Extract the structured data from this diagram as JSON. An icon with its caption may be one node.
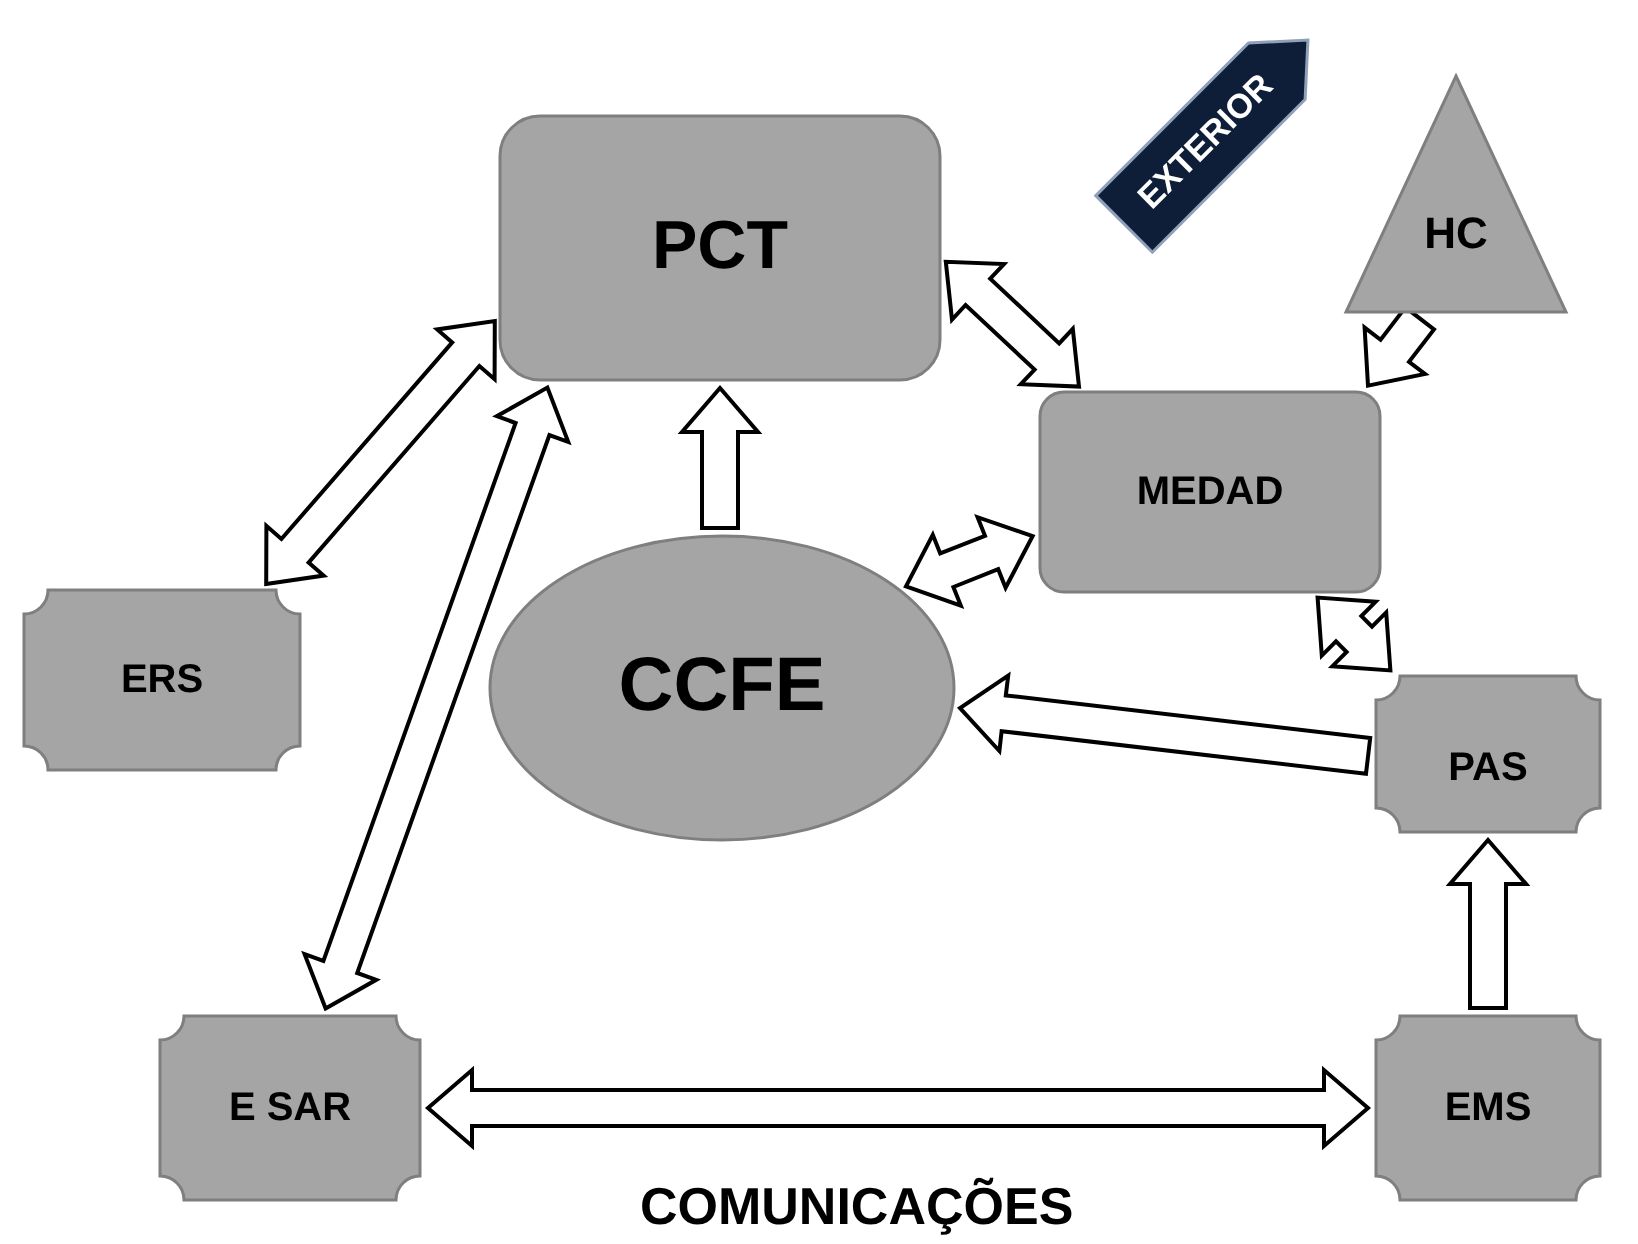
{
  "diagram": {
    "nodes": [
      {
        "text": [
          "PCT"
        ]
      },
      {
        "text": [
          "EXTERIOR"
        ]
      },
      {
        "text": [
          "HC"
        ]
      },
      {
        "text": [
          "MEDAD"
        ]
      },
      {
        "text": [
          "ERS"
        ]
      },
      {
        "text": [
          "CCFE"
        ]
      },
      {
        "text": [
          "PAS"
        ]
      },
      {
        "text": [
          "E SAR"
        ]
      },
      {
        "text": [
          "EMS"
        ]
      }
    ],
    "edges": [
      {
        "from": 4,
        "to": 0,
        "arrow": "both"
      },
      {
        "from": 7,
        "to": 0,
        "arrow": "both"
      },
      {
        "from": 5,
        "to": 0,
        "arrow": "to"
      },
      {
        "from": 0,
        "to": 3,
        "arrow": "both"
      },
      {
        "from": 2,
        "to": 3,
        "arrow": "to"
      },
      {
        "from": 3,
        "to": 5,
        "arrow": "both"
      },
      {
        "from": 3,
        "to": 6,
        "arrow": "both"
      },
      {
        "from": 6,
        "to": 5,
        "arrow": "to"
      },
      {
        "from": 8,
        "to": 6,
        "arrow": "to"
      },
      {
        "from": 7,
        "to": 8,
        "arrow": "both"
      }
    ],
    "labels": [
      "COMUNICAÇÕES"
    ]
  }
}
